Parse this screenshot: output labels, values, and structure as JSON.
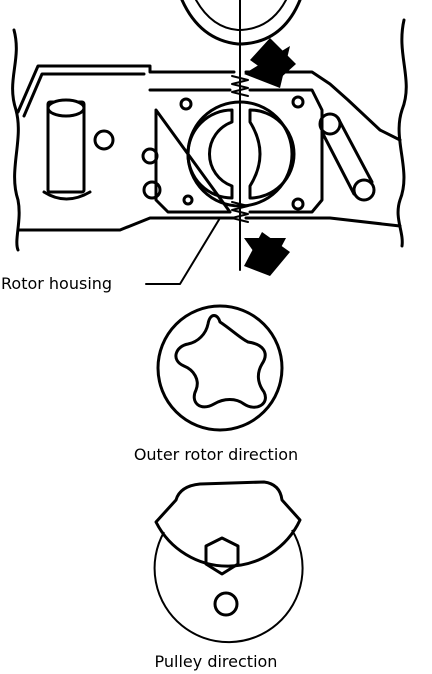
{
  "labels": {
    "rotor_housing": "Rotor housing",
    "outer_rotor_direction": "Outer rotor direction",
    "pulley_direction": "Pulley direction"
  },
  "colors": {
    "ink": "#000000",
    "paper": "#ffffff"
  }
}
